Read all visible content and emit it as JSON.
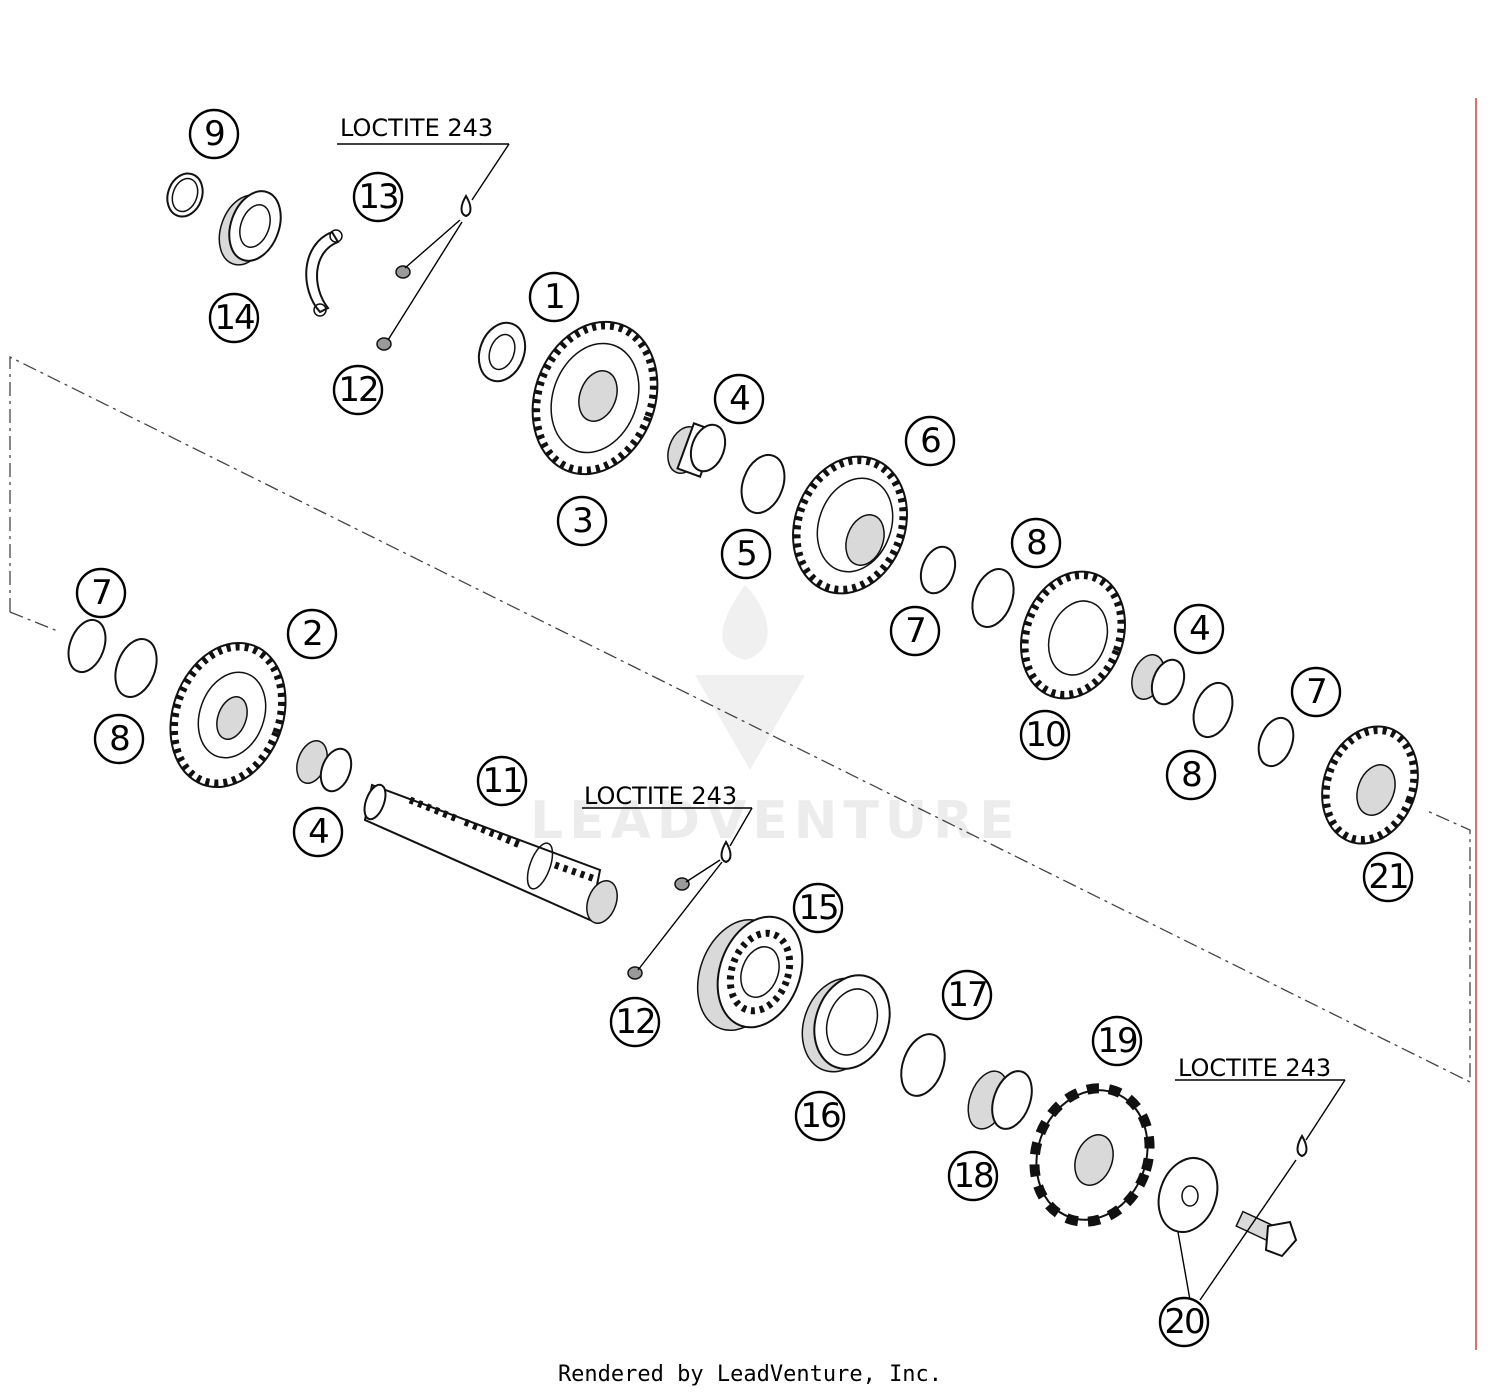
{
  "callouts": {
    "c1": "1",
    "c2": "2",
    "c3": "3",
    "c4a": "4",
    "c4b": "4",
    "c4c": "4",
    "c5": "5",
    "c6": "6",
    "c7a": "7",
    "c7b": "7",
    "c7c": "7",
    "c8a": "8",
    "c8b": "8",
    "c8c": "8",
    "c9": "9",
    "c10": "10",
    "c11": "11",
    "c12a": "12",
    "c12b": "12",
    "c13": "13",
    "c14": "14",
    "c15": "15",
    "c16": "16",
    "c17": "17",
    "c18": "18",
    "c19": "19",
    "c20": "20",
    "c21": "21"
  },
  "notes": {
    "loctite_top": "LOCTITE 243",
    "loctite_mid": "LOCTITE 243",
    "loctite_bottom": "LOCTITE 243"
  },
  "watermark": "LEADVENTURE",
  "footer": "Rendered by LeadVenture, Inc."
}
